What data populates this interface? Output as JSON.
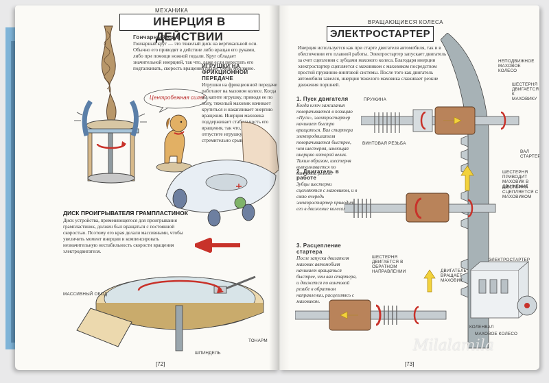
{
  "left_page": {
    "section": "МЕХАНИКА",
    "title": "ИНЕРЦИЯ В ДЕЙСТВИИ",
    "potter_head": "Гончарный круг",
    "potter_text": "Гончарный круг — это тяжелый диск на вертикальной оси. Обычно его приводят в действие либо вращая его руками, либо при помощи ножной педали. Круг обладает значительной инерцией, так что, даже если перестать его подталкивать, скорость вращения падает очень медленно.",
    "toys_head": "ИГРУШКИ НА ФРИКЦИОННОЙ ПЕРЕДАЧЕ",
    "toys_text": "Игрушки на фрикционной передаче работают на маховом колесе. Когда вы катите игрушку, приводя ее по полу, тяжелый маховик начинает крутиться и накапливает энергию вращения. Инерция маховика поддерживает стабильность его вращения, так что, когда вы отпустите игрушку, она стремительно срывается с места.",
    "speech": "Центробежная сила!",
    "disc_head": "ДИСК ПРОИГРЫВАТЕЛЯ ГРАМПЛАСТИНОК",
    "disc_text": "Диск устройства, применяющегося для проигрывания грампластинок, должен был вращаться с постоянной скоростью. Поэтому его края делали массивными, чтобы увеличить момент инерции и компенсировать незначительную нестабильность скорости вращения электродвигателя.",
    "label_rim": "МАССИВНЫЙ ОБОД",
    "label_arm": "ТОНАРМ",
    "label_spindle": "ШПИНДЕЛЬ",
    "page_number": "[72]"
  },
  "right_page": {
    "section": "ВРАЩАЮЩИЕСЯ КОЛЕСА",
    "title": "ЭЛЕКТРОСТАРТЕР",
    "intro": "Инерция используется как при старте двигателя автомобиля, так и в обеспечении его плавной работы. Электростартер запускает двигатель за счет сцепления с зубцами махового колеса. Благодаря инерции электростартер сцепляется с маховиком с маховиком посредством простой пружинно-винтовой системы. После того как двигатель автомобиля завелся, инерция тяжелого маховика слаживает резкие движения поршней.",
    "step1_head": "1. Пуск двигателя",
    "step1_text": "Когда ключ зажигания поворачивается в позицию «Пуск», электростартер начинает быстро вращаться. Вал стартера электродвигателя поворачивается быстрее, чем шестерня, имеющая инерцию которой велик. Таким образом, шестерня выталкивается по винтовой резьбе.",
    "step2_head": "2. Двигатель в работе",
    "step2_text": "Зубцы шестерни сцепляются с маховиком, и в свою очередь электростартер приводит его в движение колесами.",
    "step3_head": "3. Расцепление стартера",
    "step3_text": "После запуска двигателя маховик автомобиля начинает вращаться быстрее, чем вал стартера, и движется по винтовой резьбе в обратном направлении, расцепляясь с маховиком.",
    "label_flywheel_fixed": "НЕПОДВИЖНОЕ МАХОВОЕ КОЛЕСО",
    "label_spring": "ПРУЖИНА",
    "label_gear_moves": "ШЕСТЕРНЯ ДВИГАЕТСЯ К МАХОВИКУ",
    "label_screw": "ВИНТОВАЯ РЕЗЬБА",
    "label_shaft": "ВАЛ СТАРТЕРА",
    "label_gear_drives": "ШЕСТЕРНЯ ПРИВОДИТ МАХОВИК В ДВИЖЕНИЕ",
    "label_gear_engages": "ШЕСТЕРНЯ СЦЕПЛЯЕТСЯ С МАХОВИКОМ",
    "label_gear_back": "ШЕСТЕРНЯ ДВИГАЕТСЯ В ОБРАТНОМ НАПРАВЛЕНИИ",
    "label_engine": "ДВИГАТЕЛЬ ВРАЩАЕТ МАХОВИК",
    "label_starter": "ЭЛЕКТРОСТАРТЕР",
    "label_crank": "КОЛЕНВАЛ",
    "label_flywheel": "МАХОВОЕ КОЛЕСО",
    "page_number": "[73]",
    "watermark": "Milalamila"
  },
  "colors": {
    "accent_red": "#c8322a",
    "arrow_yellow": "#f2d23c",
    "copper": "#b9835a",
    "steel": "#9aa6ad",
    "cover_blue": "#7fb4d8"
  }
}
